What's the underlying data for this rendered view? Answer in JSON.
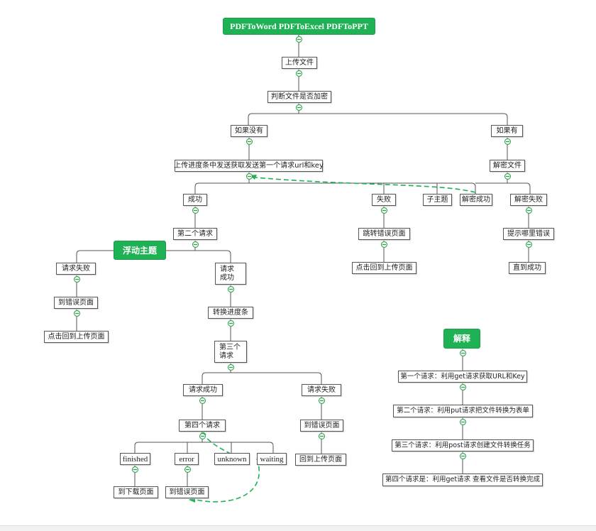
{
  "title": "PDFToWord  PDFToExcel  PDFToPPT",
  "floating_topic": "浮动主题",
  "explain_topic": "解释",
  "nodes": {
    "upload": "上传文件",
    "check_encrypted": "判断文件是否加密",
    "if_not": "如果没有",
    "if_yes": "如果有",
    "progress_first_request": "上传进度条中发送获取发送第一个请求url和key",
    "decrypt": "解密文件",
    "success": "成功",
    "fail": "失败",
    "subtopic": "子主题",
    "decrypt_success": "解密成功",
    "decrypt_fail": "解密失败",
    "second_request": "第二个请求",
    "jump_error": "跳转错误页面",
    "hint_error": "提示哪里错误",
    "request_fail": "请求失败",
    "request_success": "请求\n成功",
    "back_upload_1": "点击回到上传页面",
    "until_success": "直到成功",
    "to_error_page_1": "到错误页面",
    "convert_progress": "转换进度条",
    "back_upload_2": "点击回到上传页面",
    "third_request": "第三个\n请求",
    "r3_success": "请求成功",
    "r3_fail": "请求失败",
    "fourth_request": "第四个请求",
    "to_error_page_2": "到错误页面",
    "back_upload_3": "回到上传页面",
    "finished": "finished",
    "error": "error",
    "unknown": "unknown",
    "waiting": "waiting",
    "to_download": "到下载页面",
    "to_error_page_3": "到错误页面"
  },
  "explanations": [
    "第一个请求：利用get请求获取URL和Key",
    "第二个请求：利用put请求把文件转换为表单",
    "第三个请求：利用post请求创建文件转换任务",
    "第四个请求是：利用get请求 查看文件是否转换完成"
  ],
  "colors": {
    "accent": "#1fb254",
    "line": "#555555",
    "relation": "#1fb254"
  }
}
